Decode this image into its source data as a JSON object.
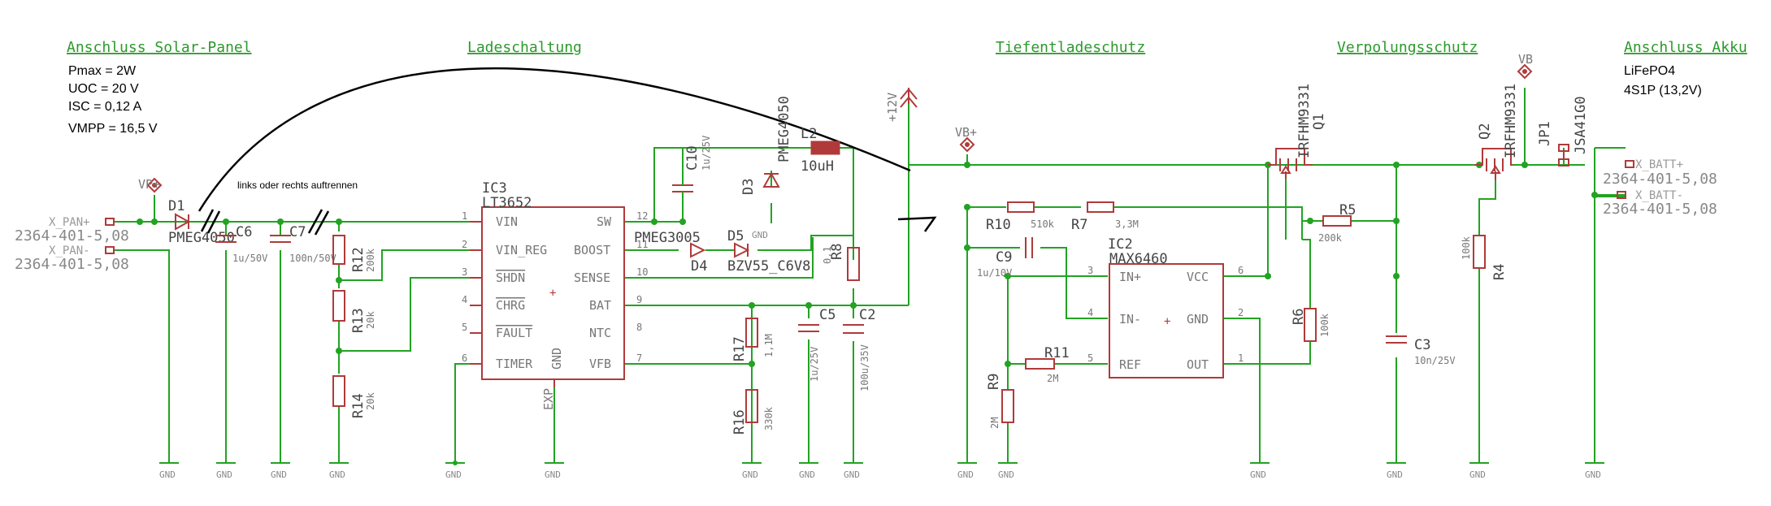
{
  "sections": {
    "solar": "Anschluss Solar-Panel",
    "charge": "Ladeschaltung",
    "deep": "Tiefentladeschutz",
    "polarity": "Verpolungsschutz",
    "battery": "Anschluss Akku"
  },
  "solar_specs": [
    "Pmax = 2W",
    "UOC = 20  V",
    "ISC = 0,12 A",
    "VMPP = 16,5 V"
  ],
  "battery_specs": [
    "LiFePO4",
    "4S1P (13,2V)"
  ],
  "handwritten_note": "links oder rechts auftrennen",
  "connectors": {
    "pan_plus": "X_PAN+",
    "pan_minus": "X_PAN-",
    "pan_part1": "2364-401-5,08",
    "pan_part2": "2364-401-5,08",
    "batt_plus": "X_BATT+",
    "batt_minus": "X_BATT-",
    "batt_part1": "2364-401-5,08",
    "batt_part2": "2364-401-5,08"
  },
  "supplies": {
    "vp": "VP+",
    "vb_plus": "VB+",
    "vb": "VB",
    "v12": "+12V"
  },
  "gnd": "GND",
  "parts": {
    "D1": {
      "name": "D1",
      "value": "PMEG4050"
    },
    "C6": {
      "name": "C6",
      "value": "1u/50V"
    },
    "C7": {
      "name": "C7",
      "value": "100n/50V"
    },
    "R12": {
      "name": "R12",
      "value": "200k"
    },
    "R13": {
      "name": "R13",
      "value": "20k"
    },
    "R14": {
      "name": "R14",
      "value": "20k"
    },
    "IC3": {
      "name": "IC3",
      "value": "LT3652"
    },
    "C10": {
      "name": "C10",
      "value": "1u/25V"
    },
    "D3": {
      "name": "D3",
      "value": "PMEG4050"
    },
    "L2": {
      "name": "L2",
      "value": "10uH"
    },
    "D4": {
      "name": "D4",
      "value": "PMEG3005"
    },
    "D5": {
      "name": "D5",
      "value": "BZV55_C6V8"
    },
    "R8": {
      "name": "R8",
      "value": "0,1"
    },
    "C5": {
      "name": "C5",
      "value": "1u/25V"
    },
    "C2": {
      "name": "C2",
      "value": "100u/35V"
    },
    "R17": {
      "name": "R17",
      "value": "1,1M"
    },
    "R16": {
      "name": "R16",
      "value": "330k"
    },
    "R10": {
      "name": "R10",
      "value": "510k"
    },
    "R7": {
      "name": "R7",
      "value": "3,3M"
    },
    "C9": {
      "name": "C9",
      "value": "1u/10V"
    },
    "IC2": {
      "name": "IC2",
      "value": "MAX6460"
    },
    "R11": {
      "name": "R11",
      "value": "2M"
    },
    "R9": {
      "name": "R9",
      "value": "2M"
    },
    "Q1": {
      "name": "Q1",
      "value": "IRFHM9331"
    },
    "R5": {
      "name": "R5",
      "value": "200k"
    },
    "R6": {
      "name": "R6",
      "value": "100k"
    },
    "C3": {
      "name": "C3",
      "value": "10n/25V"
    },
    "Q2": {
      "name": "Q2",
      "value": "IRFHM9331"
    },
    "R4": {
      "name": "R4",
      "value": "100k"
    },
    "JP1": {
      "name": "JP1",
      "value": "JSA41G0"
    }
  },
  "ic3_pins": {
    "left": [
      {
        "num": "1",
        "label": "VIN"
      },
      {
        "num": "2",
        "label": "VIN_REG"
      },
      {
        "num": "3",
        "label": "SHDN"
      },
      {
        "num": "4",
        "label": "CHRG"
      },
      {
        "num": "5",
        "label": "FAULT"
      },
      {
        "num": "6",
        "label": "TIMER"
      }
    ],
    "right": [
      {
        "num": "12",
        "label": "SW"
      },
      {
        "num": "11",
        "label": "BOOST"
      },
      {
        "num": "10",
        "label": "SENSE"
      },
      {
        "num": "9",
        "label": "BAT"
      },
      {
        "num": "8",
        "label": "NTC"
      },
      {
        "num": "7",
        "label": "VFB"
      }
    ],
    "gnd": "GND",
    "exp": "EXP"
  },
  "ic2_pins": {
    "left": [
      {
        "num": "3",
        "label": "IN+"
      },
      {
        "num": "4",
        "label": "IN-"
      },
      {
        "num": "5",
        "label": "REF"
      }
    ],
    "right": [
      {
        "num": "6",
        "label": "VCC"
      },
      {
        "num": "2",
        "label": "GND"
      },
      {
        "num": "1",
        "label": "OUT"
      }
    ]
  }
}
